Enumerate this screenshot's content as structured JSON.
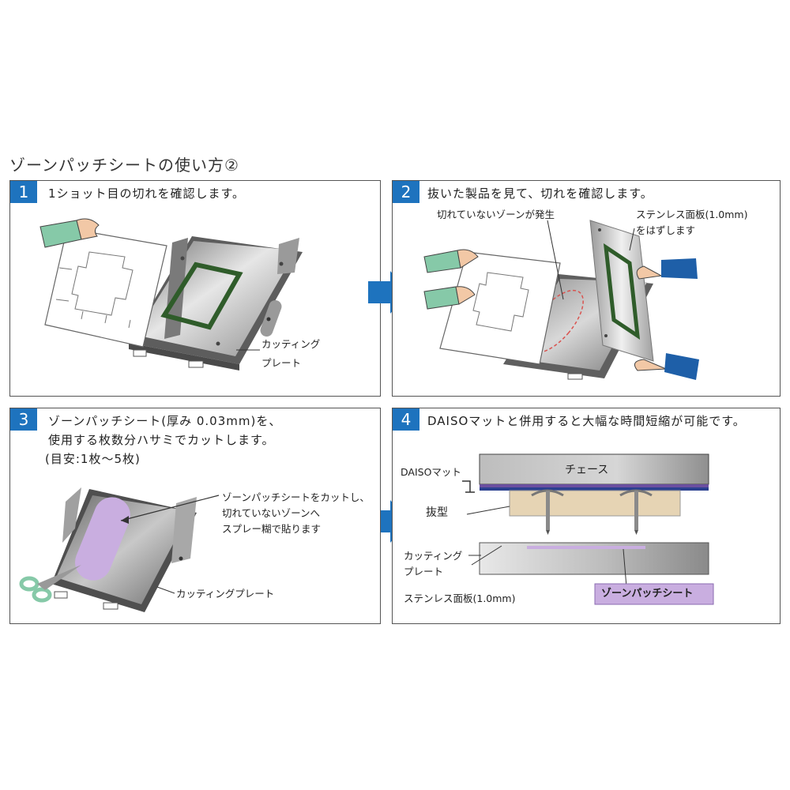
{
  "title": "ゾーンパッチシートの使い方②",
  "colors": {
    "step_number_bg": "#1e73be",
    "arrow": "#1e73be",
    "rubber": "#2f5c2a",
    "patch": "#c9aee0",
    "sleeve": "#86c9a8",
    "glove": "#1e5fa8"
  },
  "steps": [
    {
      "number": "1",
      "text": "1ショット目の切れを確認します。",
      "labels": {
        "cutting_plate_1": "カッティング",
        "cutting_plate_2": "プレート"
      }
    },
    {
      "number": "2",
      "text": "抜いた製品を見て、切れを確認します。",
      "labels": {
        "uncut_zone": "切れていないゾーンが発生",
        "stainless_1": "ステンレス面板(1.0mm)",
        "stainless_2": "をはずします"
      }
    },
    {
      "number": "3",
      "text_line1": "ゾーンパッチシート(厚み 0.03mm)を、",
      "text_line2": "使用する枚数分ハサミでカットします。",
      "text_line3": "(目安:1枚〜5枚)",
      "labels": {
        "patch_note_1": "ゾーンパッチシートをカットし、",
        "patch_note_2": "切れていないゾーンへ",
        "patch_note_3": "スプレー糊で貼ります",
        "cutting_plate": "カッティングプレート"
      }
    },
    {
      "number": "4",
      "text": "DAISOマットと併用すると大幅な時間短縮が可能です。",
      "labels": {
        "daiso_mat": "DAISOマット",
        "chase": "チェース",
        "die": "抜型",
        "cutting_plate_1": "カッティング",
        "cutting_plate_2": "プレート",
        "stainless": "ステンレス面板(1.0mm)",
        "zone_patch_sheet": "ゾーンパッチシート"
      }
    }
  ]
}
